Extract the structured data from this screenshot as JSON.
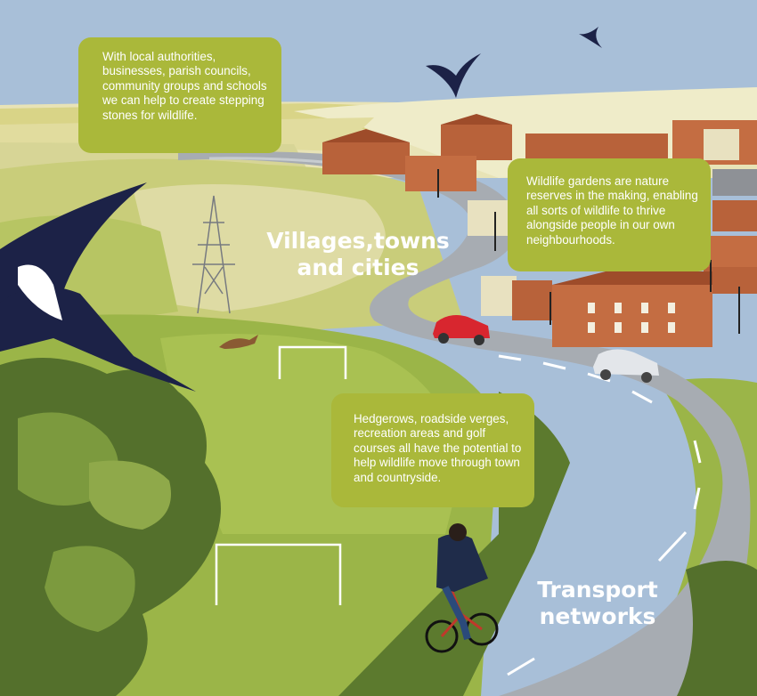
{
  "callouts": {
    "partners": "With local authorities, businesses, parish councils, community groups and schools we can help to create stepping stones for wildlife.",
    "gardens": "Wildlife gardens are nature reserves in the making, enabling all sorts of wildlife to thrive alongside people in our own neighbourhoods.",
    "hedgerows": "Hedgerows, roadside verges, recreation areas and golf courses all have the potential to help wildlife move through town and countryside."
  },
  "headings": {
    "villages_line1": "Villages,towns",
    "villages_line2": "and cities",
    "transport_line1": "Transport",
    "transport_line2": "networks"
  },
  "colors": {
    "sky": "#a8bfd8",
    "callout_green": "#aab83a",
    "road_grey": "#a7acb2",
    "brick": "#b8623a",
    "dark_tree": "#54702c",
    "grass": "#9bb548"
  },
  "icons": [
    "swallow-icon",
    "pylon-icon",
    "hare-icon",
    "car-icon",
    "cyclist-icon",
    "goalpost-icon",
    "street-lamp-icon"
  ]
}
